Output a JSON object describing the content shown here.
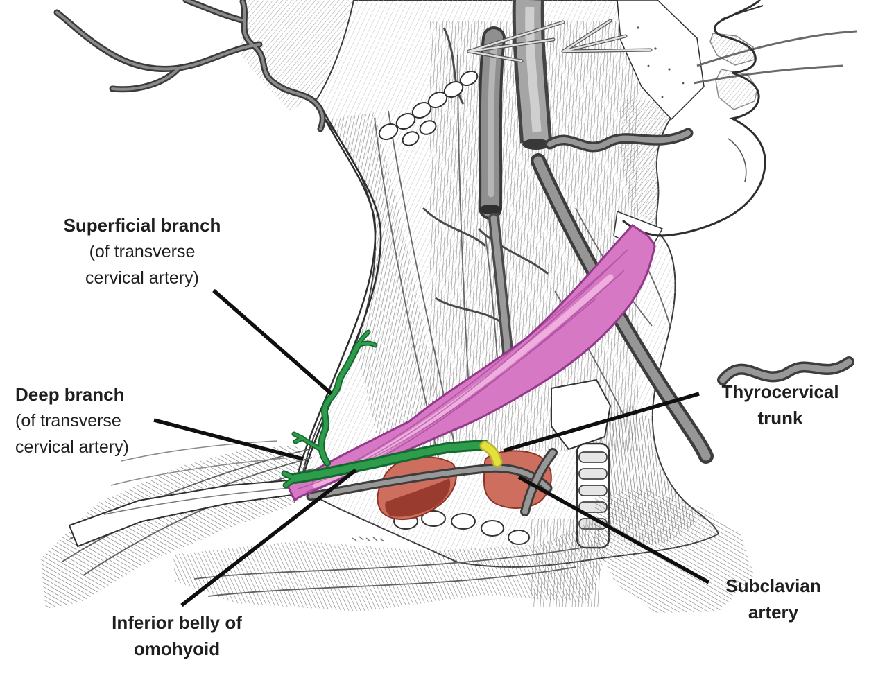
{
  "figure": {
    "type": "anatomical-diagram",
    "annotations": {
      "superficial": {
        "title": "Superficial branch",
        "sub1": "(of transverse",
        "sub2": "cervical artery)"
      },
      "deep": {
        "title": "Deep branch",
        "sub1": "(of transverse",
        "sub2": "cervical artery)"
      },
      "thyrocervical": {
        "title": "Thyrocervical",
        "sub1": "trunk"
      },
      "subclavian": {
        "title": "Subclavian",
        "sub1": "artery"
      },
      "inferior": {
        "title": "Inferior belly of",
        "sub1": "omohyoid"
      }
    },
    "structures": [
      {
        "name": "Superficial branch (of transverse cervical artery)",
        "highlight_color": "#2E9D4B"
      },
      {
        "name": "Deep branch (of transverse cervical artery)",
        "highlight_color": "#2E9D4B"
      },
      {
        "name": "Inferior belly of omohyoid",
        "highlight_color": "#D678C3"
      },
      {
        "name": "Thyrocervical trunk",
        "highlight_color": "#E4E03C"
      },
      {
        "name": "Subclavian artery",
        "highlight_color": "#CE6E5E"
      }
    ]
  },
  "colors": {
    "label-text": "#1f1f1f",
    "leader-line": "#0f0f0f",
    "omohyoid-fill": "#D678C3",
    "omohyoid-edge": "#93388A",
    "omohyoid-highlight": "#F2B9E4",
    "artery-green": "#2E9D4B",
    "artery-green-dark": "#14682F",
    "thyrocervical-yellow": "#E4E03C",
    "thyrocervical-yellow-dark": "#BAB431",
    "subclavian-red": "#CE6E5E",
    "subclavian-red-dark": "#8F3326"
  }
}
